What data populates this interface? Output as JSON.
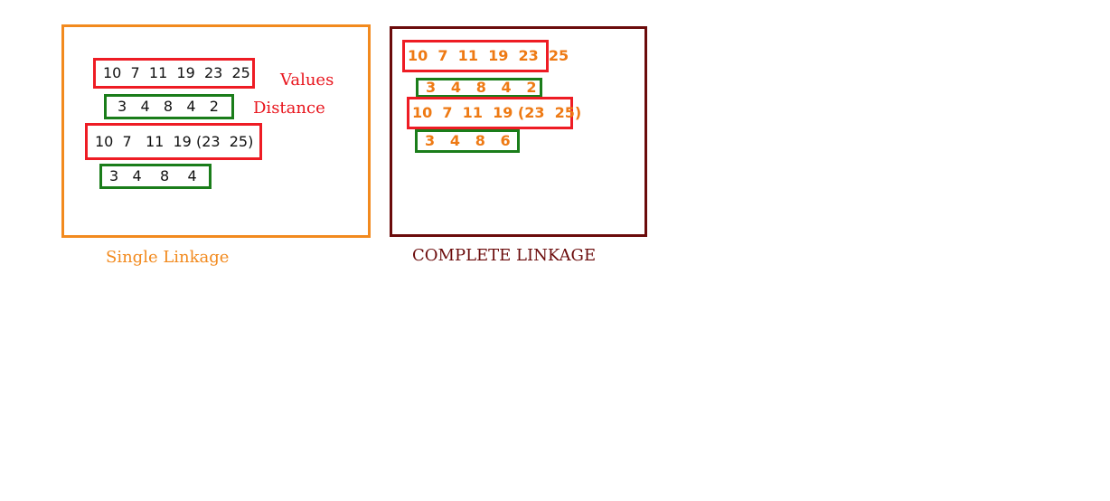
{
  "single": {
    "row1_values": "10  7  11  19  23  25",
    "row1_distance": "3   4   8   4   2",
    "row2_values": "10  7   11  19 (23  25)",
    "row2_distance": "3   4    8    4",
    "caption": "Single  Linkage"
  },
  "complete": {
    "row1_values": "10  7  11  19  23  25",
    "row1_distance": "3   4   8   4   2",
    "row2_values": "10  7  11  19 (23  25)",
    "row2_distance": "3   4   8   6",
    "caption": "COMPLETE  LINKAGE"
  },
  "labels": {
    "values": "Values",
    "distance": "Distance"
  },
  "colors": {
    "single_border": "#f28a1e",
    "complete_border": "#6b0b0b",
    "values_box": "#ee1c24",
    "distance_box": "#1a7d1a",
    "label_text": "#e8141c"
  }
}
